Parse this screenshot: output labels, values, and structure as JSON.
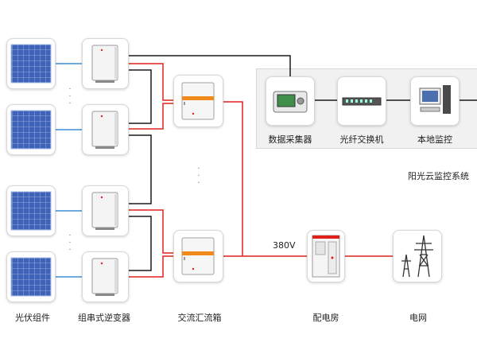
{
  "labels": {
    "pv_module": "光伏组件",
    "string_inverter": "组串式逆变器",
    "ac_combiner": "交流汇流箱",
    "power_room": "配电房",
    "grid": "电网",
    "data_collector": "数据采集器",
    "fiber_switch": "光纤交换机",
    "local_monitor": "本地监控",
    "cloud_system": "阳光云监控系统",
    "voltage": "380V"
  },
  "colors": {
    "solar_panel": "#3f63b8",
    "dc_line": "#3d8fd6",
    "ac_line": "#e0211b",
    "comm_line": "#1a1a1a",
    "combiner_stripe": "#f08a1c"
  },
  "icons": {
    "pv": "solar-panel-icon",
    "inverter": "inverter-icon",
    "combiner": "combiner-box-icon",
    "collector": "data-logger-icon",
    "switch": "network-switch-icon",
    "pc": "computer-icon",
    "cabinet": "switchgear-cabinet-icon",
    "tower": "transmission-tower-icon"
  }
}
